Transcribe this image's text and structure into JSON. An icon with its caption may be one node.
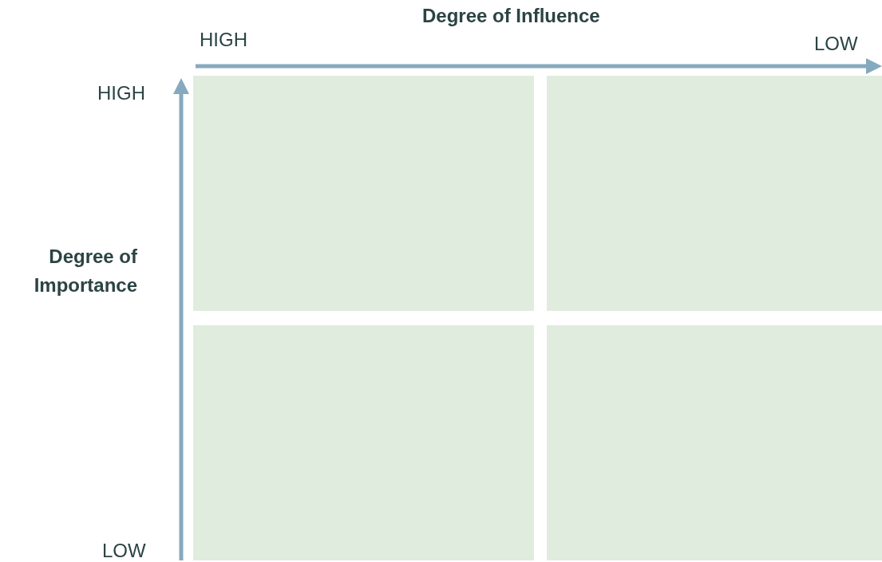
{
  "diagram": {
    "nodes": [
      {
        "text": [],
        "shape": "box"
      },
      {
        "text": [],
        "shape": "box"
      },
      {
        "text": [],
        "shape": "box"
      },
      {
        "text": [],
        "shape": "box"
      }
    ],
    "edges": [],
    "labels": [
      "Degree of Influence",
      "HIGH",
      "LOW",
      "HIGH",
      "Degree of Importance",
      "LOW"
    ]
  }
}
